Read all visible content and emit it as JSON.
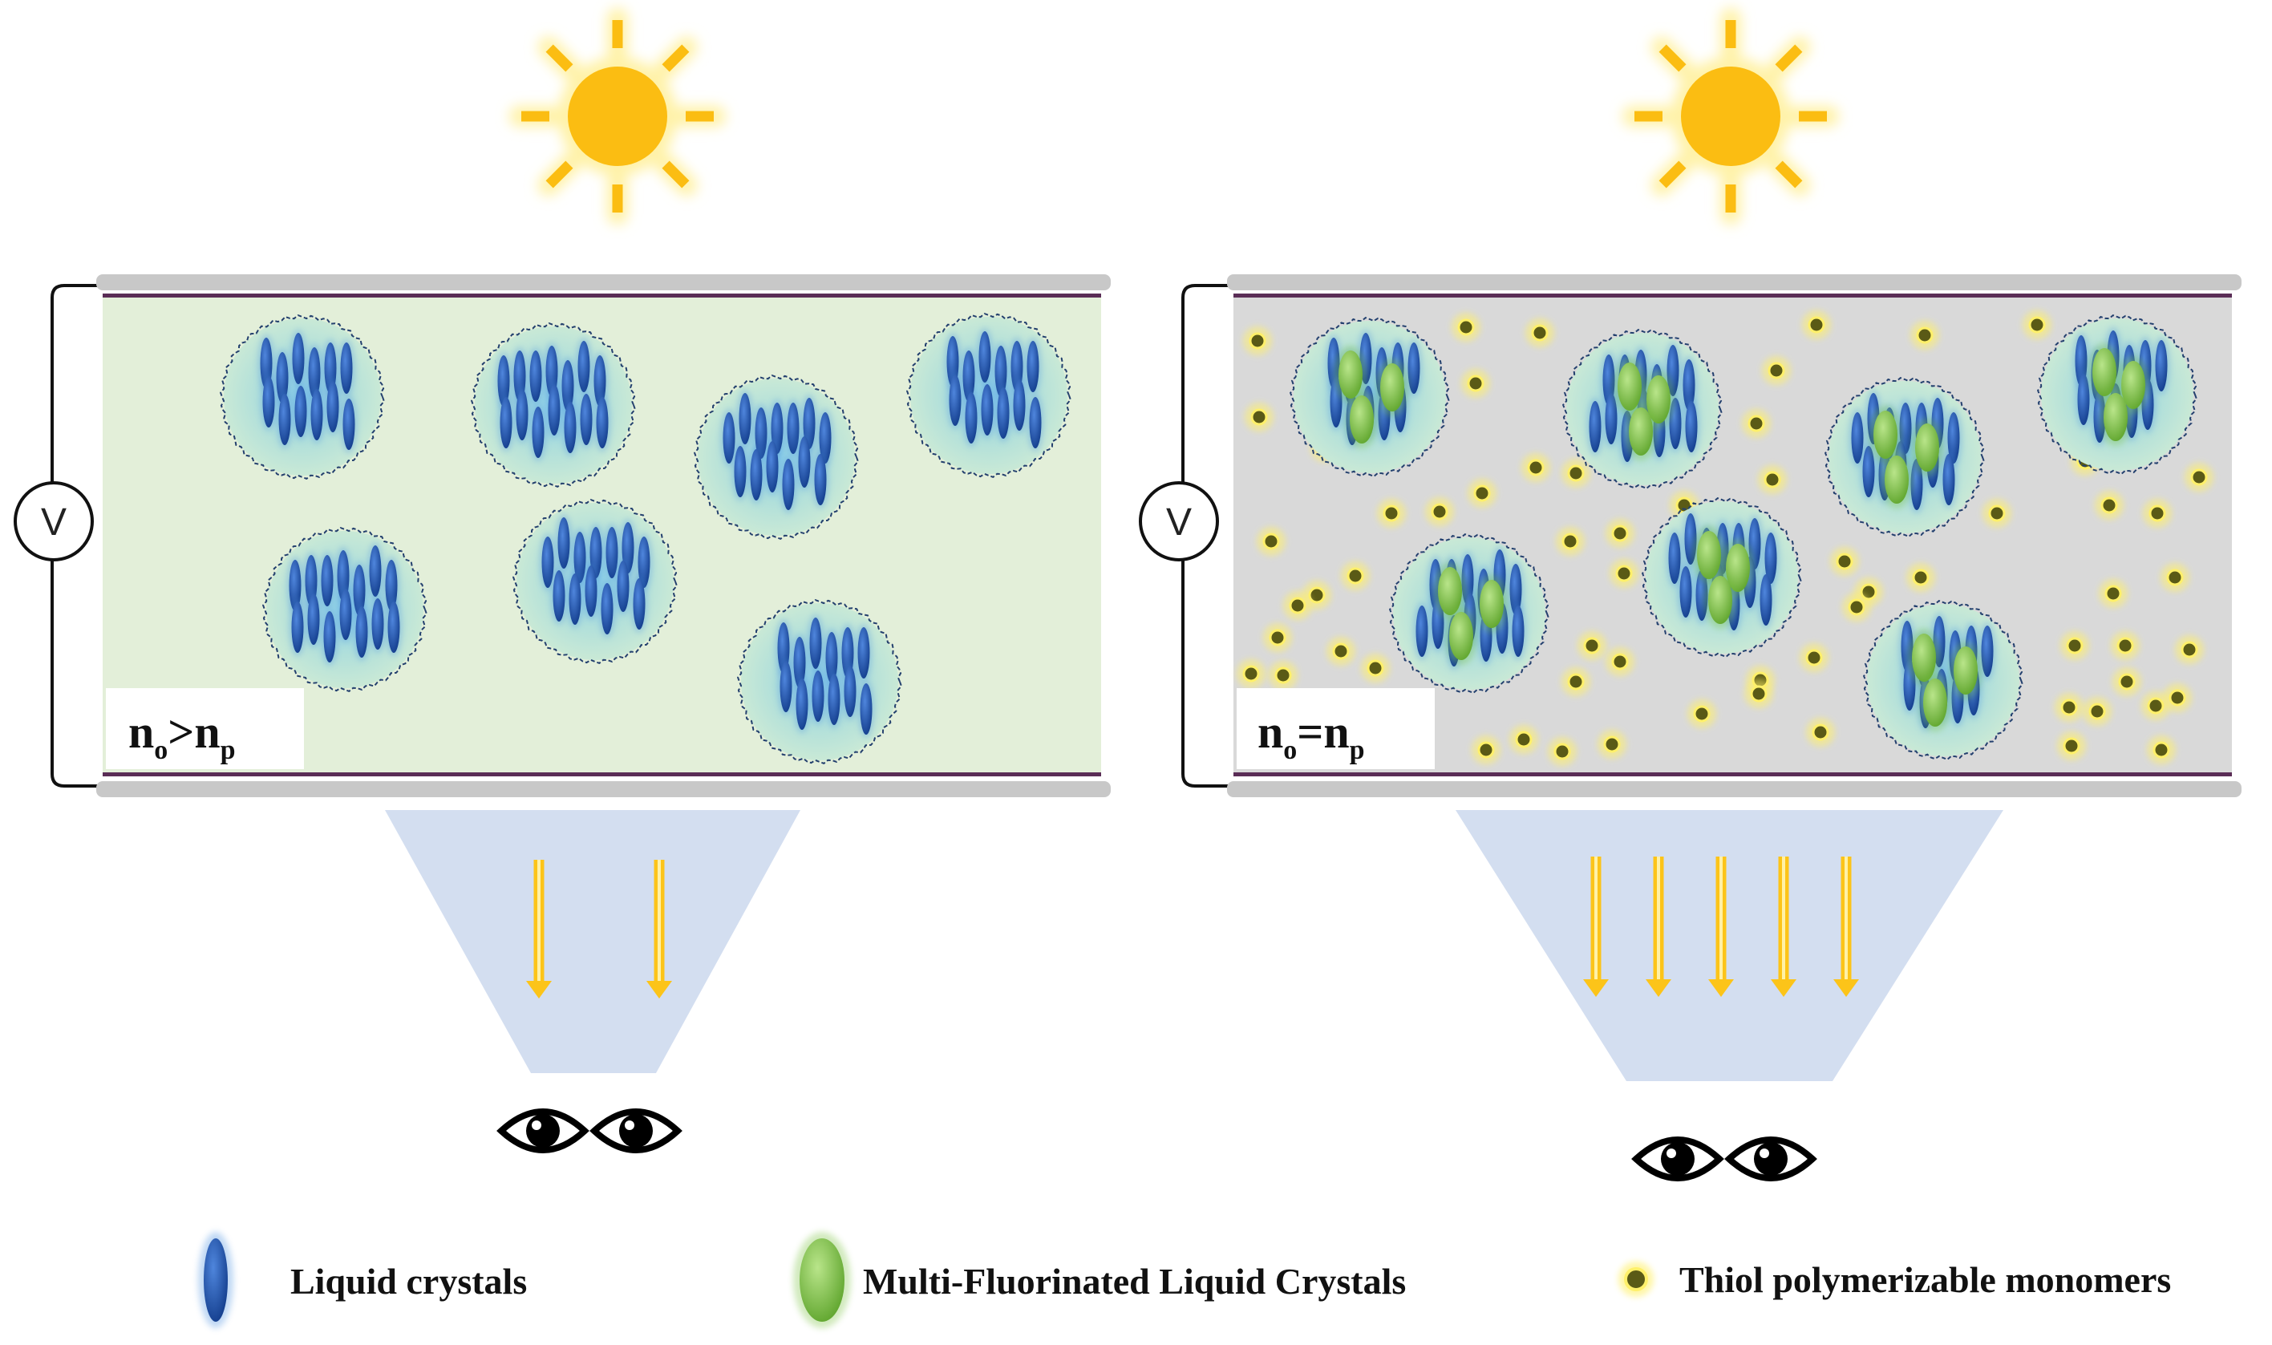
{
  "panels": [
    {
      "id": "left",
      "index_label": {
        "n_main_1": "n",
        "sub_1": "o",
        "operator": ">",
        "n_main_2": "n",
        "sub_2": "p"
      },
      "voltage_label": "V",
      "matrix_color": "#e3efd9",
      "transmitted_arrow_count": 2,
      "droplet_contents": "liquid-crystals-only",
      "monomers_visible": false
    },
    {
      "id": "right",
      "index_label": {
        "n_main_1": "n",
        "sub_1": "o",
        "operator": "=",
        "n_main_2": "n",
        "sub_2": "p"
      },
      "voltage_label": "V",
      "matrix_color": "#d9d9d9",
      "transmitted_arrow_count": 5,
      "droplet_contents": "liquid-crystals-and-multi-fluorinated",
      "monomers_visible": true
    }
  ],
  "legend": [
    {
      "id": "lc",
      "label": "Liquid crystals",
      "icon": "blue-ellipse-icon",
      "color": "#1f57b3"
    },
    {
      "id": "mflc",
      "label": "Multi-Fluorinated Liquid Crystals",
      "icon": "green-ellipse-icon",
      "color": "#7cc242"
    },
    {
      "id": "thiol",
      "label": "Thiol polymerizable monomers",
      "icon": "monomer-dot-icon",
      "color": "#5a5a16"
    }
  ],
  "icons": {
    "light_source": "sun-icon",
    "observer": "eye-icon"
  },
  "colors": {
    "sun": "#fbbd12",
    "sun_glow": "#fff2a8",
    "glass": "#c8c8c8",
    "electrode": "#5a2d56",
    "light_cone": "#d3def0",
    "arrow": "#fcc419",
    "arrow_glow": "#f79a6a",
    "droplet_fill": "#aeded5",
    "lc_blue": "#1f57b3",
    "mflc_green": "#7cc242",
    "monomer": "#5a5a16",
    "monomer_glow": "#fff06a"
  }
}
